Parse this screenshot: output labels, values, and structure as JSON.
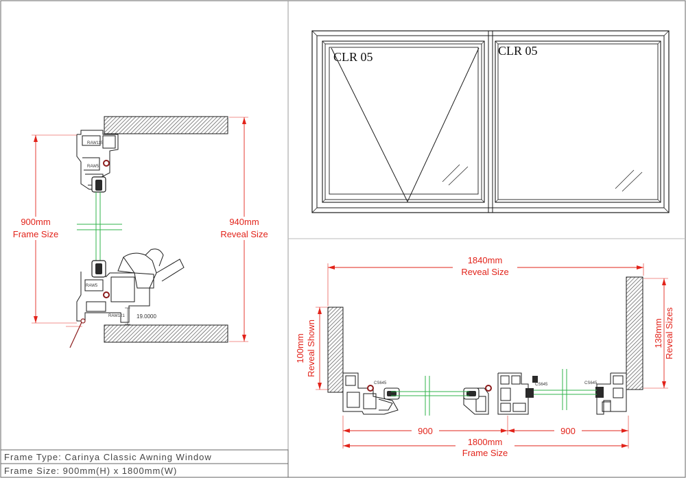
{
  "elevation": {
    "left_pane_label": "CLR 05",
    "right_pane_label": "CLR 05"
  },
  "section_vertical": {
    "frame_size_value": "900mm",
    "frame_size_label": "Frame Size",
    "reveal_size_value": "940mm",
    "reveal_size_label": "Reveal Size",
    "small_dim": "19.0000"
  },
  "section_horizontal": {
    "reveal_width_value": "1840mm",
    "reveal_width_label": "Reveal Size",
    "reveal_shown_value": "100mm",
    "reveal_shown_label": "Reveal Shown",
    "reveal_sizes_value": "138mm",
    "reveal_sizes_label": "Reveal Sizes",
    "sash_left": "900",
    "sash_right": "900",
    "frame_width_value": "1800mm",
    "frame_width_label": "Frame Size"
  },
  "title_block": {
    "frame_type": "Frame Type: Carinya Classic Awning Window",
    "frame_size": "Frame Size: 900mm(H) x 1800mm(W)"
  },
  "colors": {
    "dimension": "#e2231a",
    "glass": "#2fb34a",
    "outline": "#1a1a1a"
  }
}
